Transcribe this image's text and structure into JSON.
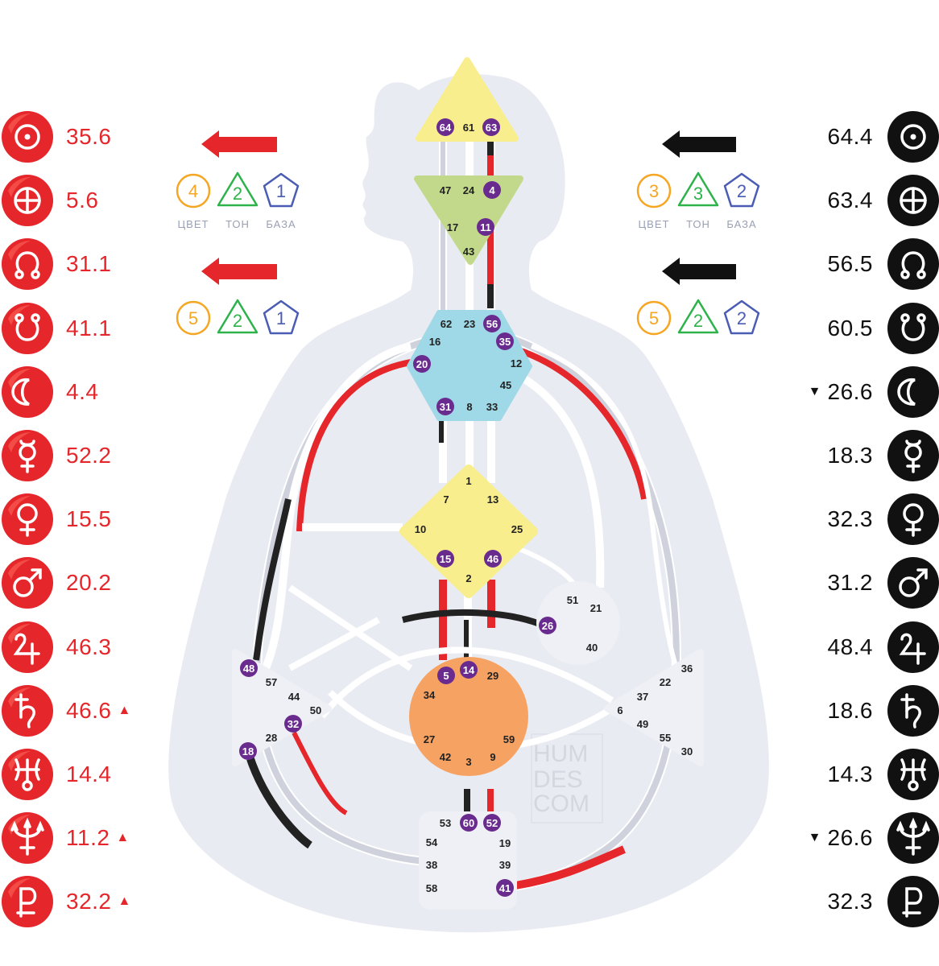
{
  "watermark": {
    "line1": "HUM",
    "line2": "DES",
    "line3": "COM"
  },
  "colors": {
    "design": "#e5262b",
    "personality": "#111111",
    "gate_badge": "#6a2b8f"
  },
  "design_column": [
    {
      "planet": "sun-icon",
      "value": "35.6",
      "mark": ""
    },
    {
      "planet": "earth-icon",
      "value": "5.6",
      "mark": ""
    },
    {
      "planet": "north-node-icon",
      "value": "31.1",
      "mark": ""
    },
    {
      "planet": "south-node-icon",
      "value": "41.1",
      "mark": ""
    },
    {
      "planet": "moon-icon",
      "value": "4.4",
      "mark": ""
    },
    {
      "planet": "mercury-icon",
      "value": "52.2",
      "mark": ""
    },
    {
      "planet": "venus-icon",
      "value": "15.5",
      "mark": ""
    },
    {
      "planet": "mars-icon",
      "value": "20.2",
      "mark": ""
    },
    {
      "planet": "jupiter-icon",
      "value": "46.3",
      "mark": ""
    },
    {
      "planet": "saturn-icon",
      "value": "46.6",
      "mark": "▲"
    },
    {
      "planet": "uranus-icon",
      "value": "14.4",
      "mark": ""
    },
    {
      "planet": "neptune-icon",
      "value": "11.2",
      "mark": "▲"
    },
    {
      "planet": "pluto-icon",
      "value": "32.2",
      "mark": "▲"
    }
  ],
  "personality_column": [
    {
      "planet": "sun-icon",
      "value": "64.4",
      "mark": ""
    },
    {
      "planet": "earth-icon",
      "value": "63.4",
      "mark": ""
    },
    {
      "planet": "north-node-icon",
      "value": "56.5",
      "mark": ""
    },
    {
      "planet": "south-node-icon",
      "value": "60.5",
      "mark": ""
    },
    {
      "planet": "moon-icon",
      "value": "26.6",
      "mark": "▼"
    },
    {
      "planet": "mercury-icon",
      "value": "18.3",
      "mark": ""
    },
    {
      "planet": "venus-icon",
      "value": "32.3",
      "mark": ""
    },
    {
      "planet": "mars-icon",
      "value": "31.2",
      "mark": ""
    },
    {
      "planet": "jupiter-icon",
      "value": "48.4",
      "mark": ""
    },
    {
      "planet": "saturn-icon",
      "value": "18.6",
      "mark": ""
    },
    {
      "planet": "uranus-icon",
      "value": "14.3",
      "mark": ""
    },
    {
      "planet": "neptune-icon",
      "value": "26.6",
      "mark": "▼"
    },
    {
      "planet": "pluto-icon",
      "value": "32.3",
      "mark": ""
    }
  ],
  "variables": {
    "labels": {
      "color": "ЦВЕТ",
      "tone": "ТОН",
      "base": "БАЗА"
    },
    "design_top": {
      "color": "4",
      "tone": "2",
      "base": "1"
    },
    "design_bottom": {
      "color": "5",
      "tone": "2",
      "base": "1"
    },
    "personality_top": {
      "color": "3",
      "tone": "3",
      "base": "2"
    },
    "personality_bottom": {
      "color": "5",
      "tone": "2",
      "base": "2"
    }
  },
  "centers": {
    "head": {
      "color": "#f9ee8e",
      "gates": [
        "64",
        "61",
        "63"
      ]
    },
    "ajna": {
      "color": "#c2d98b",
      "gates": [
        "47",
        "24",
        "4",
        "17",
        "11",
        "43"
      ]
    },
    "throat": {
      "color": "#9fd8e6",
      "gates": [
        "62",
        "23",
        "56",
        "16",
        "35",
        "20",
        "12",
        "45",
        "31",
        "8",
        "33"
      ]
    },
    "g": {
      "color": "#f9ee8e",
      "gates": [
        "1",
        "7",
        "13",
        "10",
        "25",
        "15",
        "46",
        "2"
      ]
    },
    "ego": {
      "color": "#eef0f5",
      "gates": [
        "51",
        "21",
        "26",
        "40"
      ]
    },
    "spleen": {
      "color": "#eef0f5",
      "gates": [
        "48",
        "57",
        "44",
        "50",
        "32",
        "28",
        "18"
      ]
    },
    "sacral": {
      "color": "#f6a262",
      "gates": [
        "5",
        "14",
        "29",
        "34",
        "27",
        "59",
        "42",
        "3",
        "9"
      ]
    },
    "solar_plexus": {
      "color": "#eef0f5",
      "gates": [
        "36",
        "22",
        "37",
        "6",
        "49",
        "55",
        "30"
      ]
    },
    "root": {
      "color": "#eef0f5",
      "gates": [
        "53",
        "60",
        "52",
        "54",
        "19",
        "38",
        "39",
        "58",
        "41"
      ]
    }
  },
  "active_gates": [
    "64",
    "63",
    "4",
    "11",
    "56",
    "35",
    "20",
    "31",
    "15",
    "46",
    "26",
    "48",
    "32",
    "18",
    "5",
    "14",
    "60",
    "52",
    "41"
  ]
}
